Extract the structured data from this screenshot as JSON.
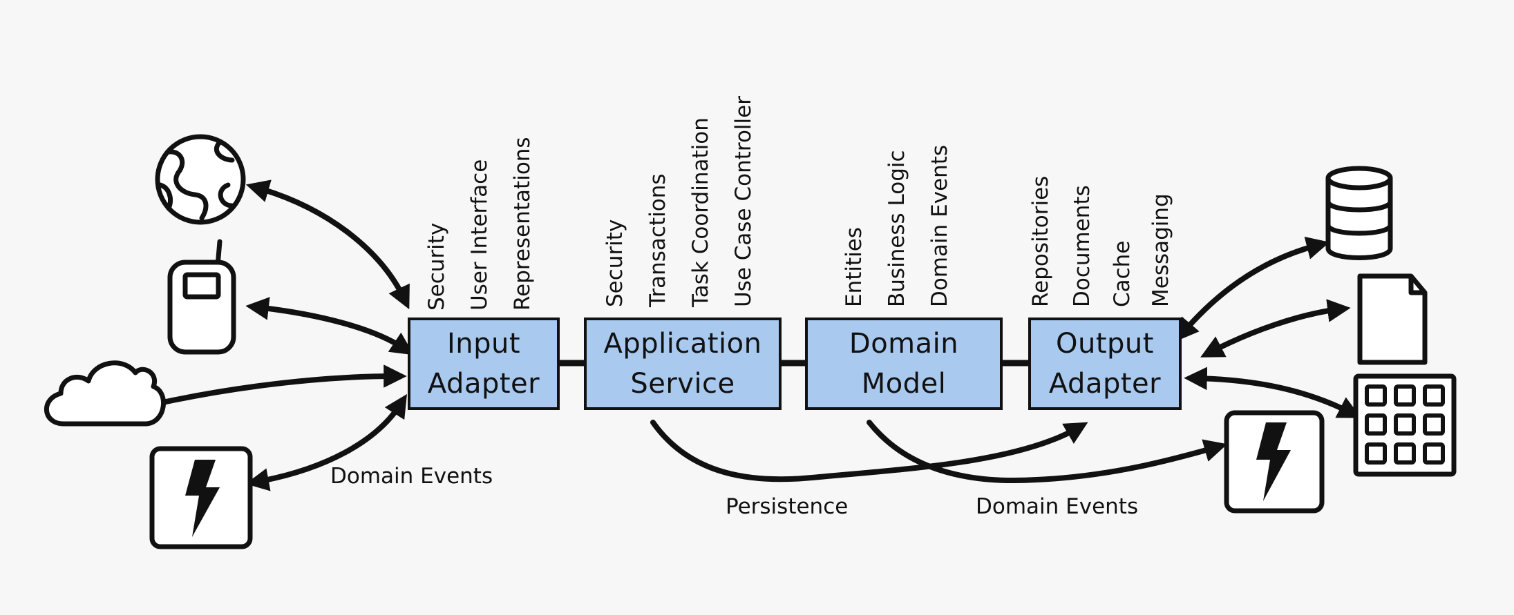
{
  "boxes": {
    "input_adapter": [
      "Input",
      "Adapter"
    ],
    "application_service": [
      "Application",
      "Service"
    ],
    "domain_model": [
      "Domain",
      "Model"
    ],
    "output_adapter": [
      "Output",
      "Adapter"
    ]
  },
  "concerns": {
    "input_adapter": [
      "Security",
      "User Interface",
      "Representations"
    ],
    "application_service": [
      "Security",
      "Transactions",
      "Task Coordination",
      "Use Case Controller"
    ],
    "domain_model": [
      "Entities",
      "Business Logic",
      "Domain Events"
    ],
    "output_adapter": [
      "Repositories",
      "Documents",
      "Cache",
      "Messaging"
    ]
  },
  "edge_labels": {
    "left_domain_events": "Domain Events",
    "persistence": "Persistence",
    "right_domain_events": "Domain Events"
  },
  "icons": {
    "left": [
      "globe-icon",
      "mobile-phone-icon",
      "cloud-icon",
      "lightning-event-icon"
    ],
    "right": [
      "database-icon",
      "document-icon",
      "cache-grid-icon",
      "lightning-event-icon"
    ]
  },
  "colors": {
    "box_fill": "#a9c9ef",
    "stroke": "#111111",
    "background": "#f7f7f7"
  }
}
